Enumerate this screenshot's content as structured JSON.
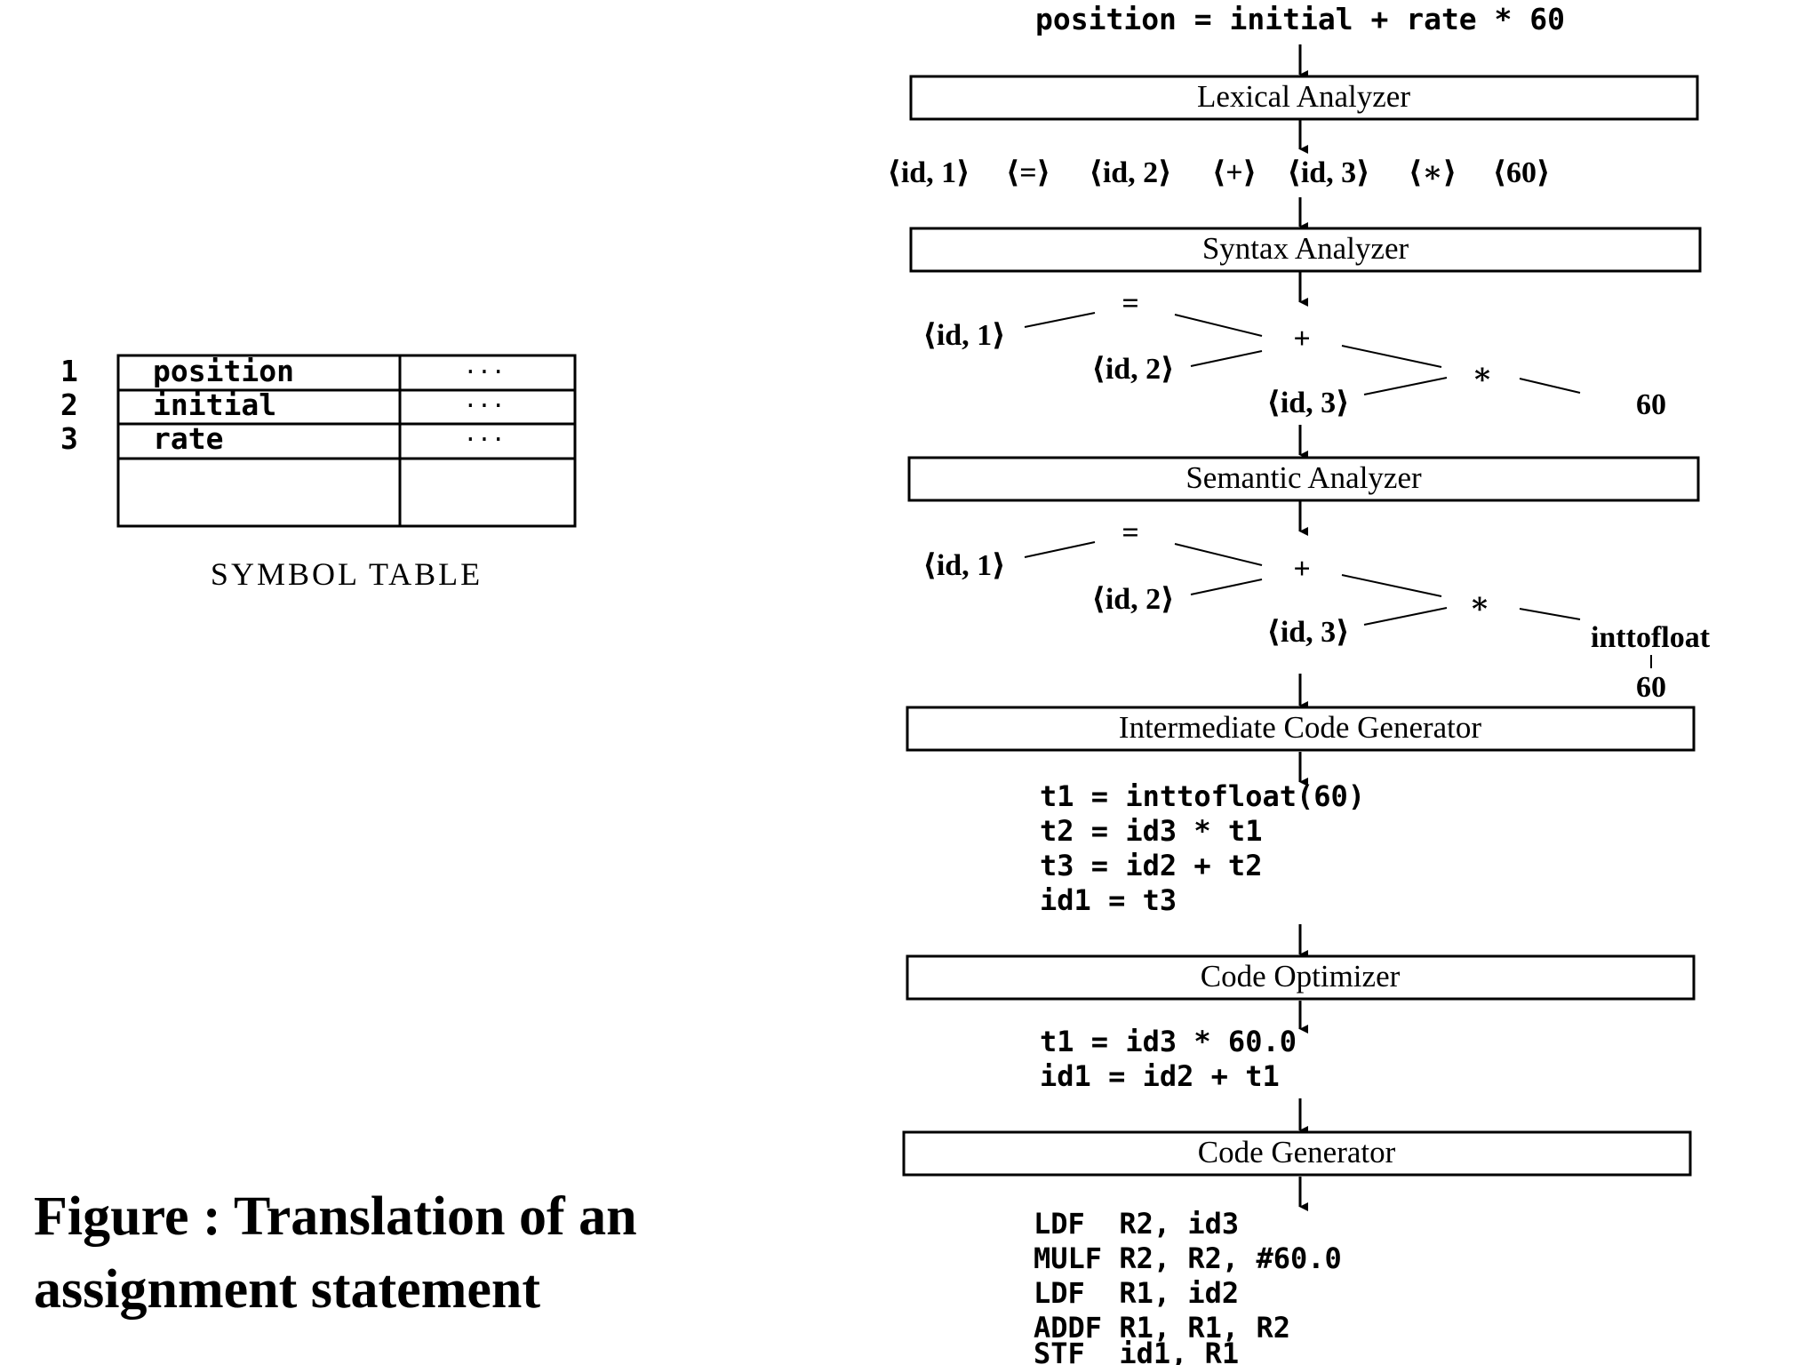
{
  "input_statement": "position = initial + rate * 60",
  "phases": [
    "Lexical Analyzer",
    "Syntax Analyzer",
    "Semantic Analyzer",
    "Intermediate Code Generator",
    "Code Optimizer",
    "Code Generator"
  ],
  "token_stream": [
    "⟨id, 1⟩",
    "⟨=⟩",
    "⟨id, 2⟩",
    "⟨+⟩",
    "⟨id, 3⟩",
    "⟨∗⟩",
    "⟨60⟩"
  ],
  "syntax_tree": {
    "assign": "=",
    "left": "⟨id, 1⟩",
    "plus": "+",
    "plus_left": "⟨id, 2⟩",
    "times": "∗",
    "times_left": "⟨id, 3⟩",
    "times_right": "60"
  },
  "semantic_tree": {
    "assign": "=",
    "left": "⟨id, 1⟩",
    "plus": "+",
    "plus_left": "⟨id, 2⟩",
    "times": "∗",
    "times_left": "⟨id, 3⟩",
    "conversion": "inttofloat",
    "conversion_arg": "60"
  },
  "intermediate_code": [
    "t1 = inttofloat(60)",
    "t2 = id3 * t1",
    "t3 = id2 + t2",
    "id1 = t3"
  ],
  "optimized_code": [
    "t1 = id3 * 60.0",
    "id1 = id2 + t1"
  ],
  "target_code": [
    "LDF  R2, id3",
    "MULF R2, R2, #60.0",
    "LDF  R1, id2",
    "ADDF R1, R1, R2",
    "STF  id1, R1"
  ],
  "symbol_table": {
    "rows": [
      {
        "index": "1",
        "name": "position",
        "attrs": "···"
      },
      {
        "index": "2",
        "name": "initial",
        "attrs": "···"
      },
      {
        "index": "3",
        "name": "rate",
        "attrs": "···"
      }
    ],
    "label": "SYMBOL TABLE"
  },
  "caption": {
    "line1": "Figure : Translation of an",
    "line2": "assignment statement"
  }
}
